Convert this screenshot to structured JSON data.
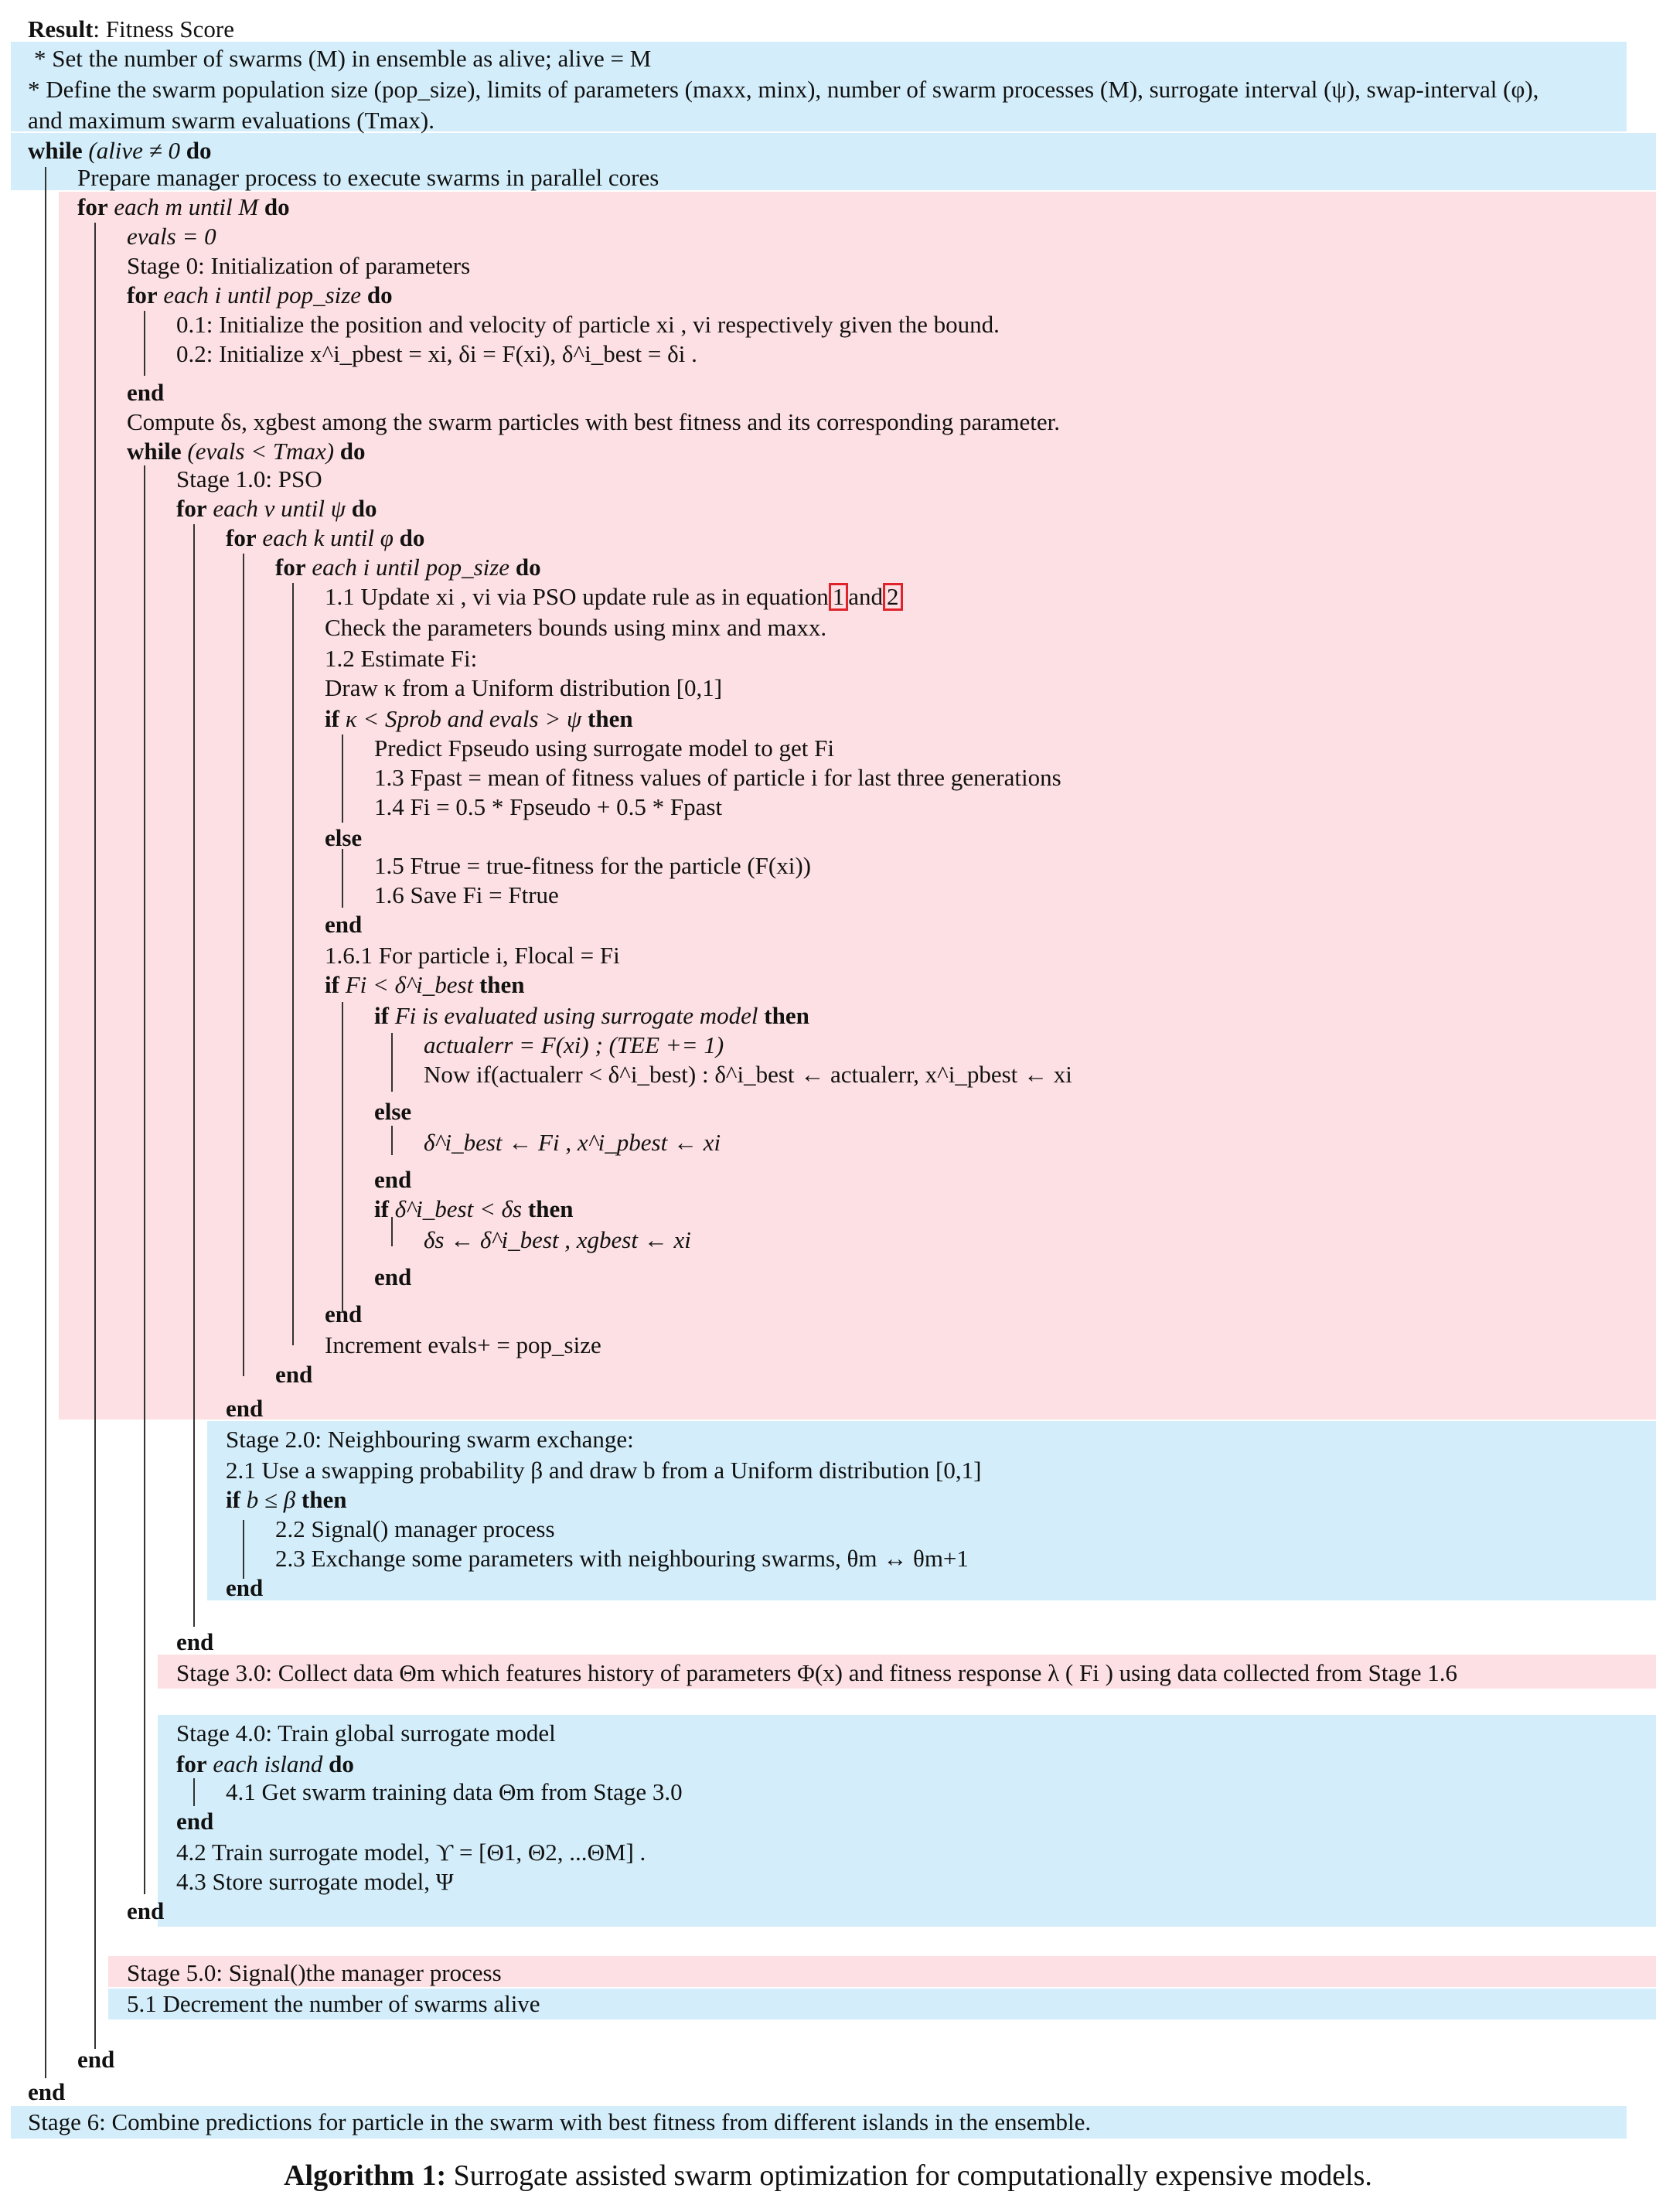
{
  "result": {
    "label": "Result",
    "value": "Fitness Score"
  },
  "setup": {
    "set_alive": "* Set the number of swarms (M) in ensemble as alive; alive = M",
    "define_text": "* Define the swarm population size (pop_size), limits of parameters (maxx, minx), number of swarm processes (M), surrogate interval (ψ), swap-interval (φ),",
    "define_text_2": "and maximum swarm evaluations (Tmax)."
  },
  "keywords": {
    "while": "while",
    "for": "for",
    "do": "do",
    "end": "end",
    "if": "if",
    "then": "then",
    "else": "else"
  },
  "lines": {
    "prepare": "Prepare manager process to execute swarms in parallel cores",
    "for_m": "each m until M",
    "evals0": "evals = 0",
    "stage0": "Stage 0: Initialization of parameters",
    "for_i": "each i until pop_size",
    "s01": "0.1: Initialize the position and velocity of particle xi , vi respectively given the bound.",
    "s02": "0.2: Initialize x^i_pbest = xi, δi = F(xi), δ^i_best = δi .",
    "compute": "Compute δs, xgbest among the swarm particles with best fitness and its corresponding parameter.",
    "while_evals": "(evals < Tmax)",
    "stage1": "Stage 1.0: PSO",
    "for_v": "each v until ψ",
    "for_k": "each k until φ",
    "s11": "1.1 Update xi , vi via PSO update rule as in equation",
    "eq1": "1",
    "and": "and",
    "eq2": "2",
    "check": "Check the parameters bounds using minx and maxx.",
    "s12": "1.2 Estimate Fi:",
    "draw_kappa": "Draw κ from a Uniform distribution [0,1]",
    "if_kappa": "κ < Sprob and evals > ψ",
    "predict": "Predict Fpseudo using surrogate model to get Fi",
    "s13": "1.3 Fpast = mean of fitness values of particle i for last three generations",
    "s14": "1.4 Fi = 0.5 * Fpseudo + 0.5 * Fpast",
    "s15": "1.5 Ftrue = true-fitness for the particle (F(xi))",
    "s16": "1.6 Save Fi = Ftrue",
    "s161": "1.6.1 For particle i, Flocal = Fi",
    "if_fi": "Fi < δ^i_best",
    "if_surrogate": "Fi is evaluated using surrogate model",
    "actual": "actualerr = F(xi) ; (TEE += 1)",
    "nowif": "Now if(actualerr < δ^i_best) : δ^i_best ← actualerr, x^i_pbest ← xi",
    "assign_best": "δ^i_best ← Fi , x^i_pbest ← xi",
    "if_delta": "δ^i_best < δs",
    "assign_global": "δs ← δ^i_best , xgbest ← xi",
    "increment": "Increment evals+ = pop_size",
    "stage2": "Stage 2.0: Neighbouring swarm exchange:",
    "s21": "2.1 Use a swapping probability β and draw b from a Uniform distribution [0,1]",
    "if_b": "b ≤ β",
    "s22": "2.2 Signal() manager process",
    "s23": "2.3 Exchange some parameters with neighbouring swarms, θm ↔ θm+1",
    "stage3": "Stage 3.0: Collect data Θm which features history of parameters Φ(x) and fitness response λ ( Fi ) using data collected from Stage 1.6",
    "stage4": "Stage 4.0: Train global surrogate model",
    "for_island": "each island",
    "s41": "4.1 Get swarm training data Θm from Stage 3.0",
    "s42": "4.2 Train surrogate model, ϒ = [Θ1, Θ2, ...ΘM] .",
    "s43": "4.3 Store surrogate model, Ψ",
    "stage5": "Stage 5.0: Signal()the manager process",
    "s51": "5.1 Decrement the number of swarms alive",
    "stage6": "Stage 6: Combine predictions for particle in the swarm with best fitness from different islands in the ensemble."
  },
  "caption": {
    "label": "Algorithm 1:",
    "text": "Surrogate assisted swarm optimization for computationally expensive models."
  },
  "colors": {
    "blue_band": "#d3eefa",
    "pink_band": "#fde0e3",
    "ref_box": "#e0222a"
  }
}
